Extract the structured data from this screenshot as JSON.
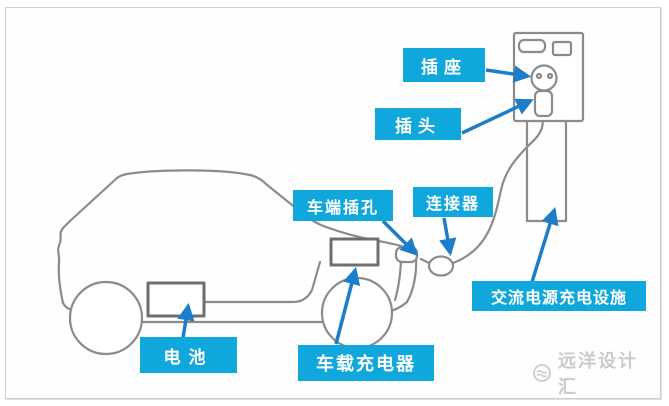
{
  "colors": {
    "accent": "#10a7dc",
    "label_text": "#ffffff",
    "arrow": "#1e7dc8",
    "line_art": "#8b8b8b",
    "frame": "#ccd1d6",
    "watermark": "#cbcbcb"
  },
  "callouts": {
    "socket": "插座",
    "plug": "插头",
    "vehicle_inlet": "车端插孔",
    "connector": "连接器",
    "ac_facility": "交流电源充电设施",
    "battery": "电池",
    "onboard_charger": "车载充电器"
  },
  "watermark": {
    "text": "远洋设计汇"
  }
}
